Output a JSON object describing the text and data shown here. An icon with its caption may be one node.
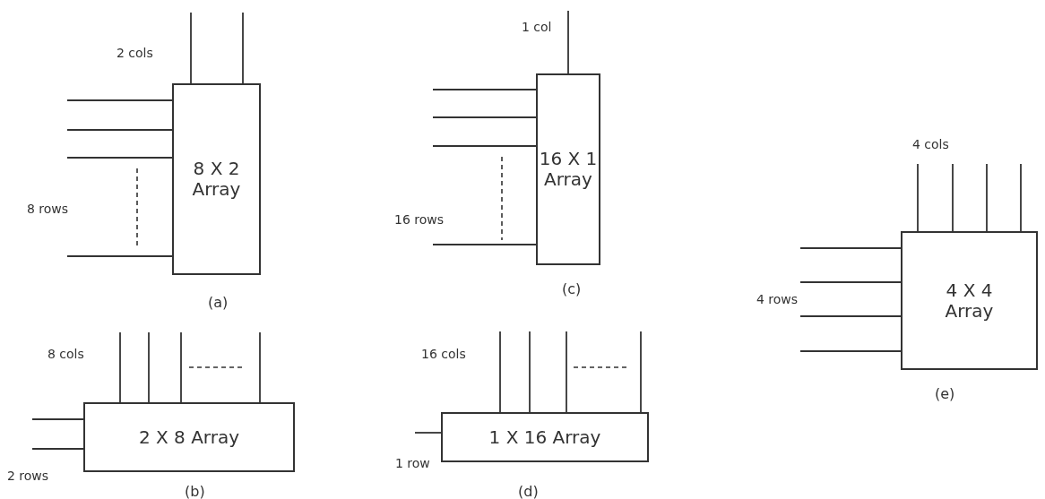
{
  "diagram": {
    "nodes": [
      {
        "text": [
          "8 X 2 Array"
        ]
      },
      {
        "text": [
          "16 X 1 Array"
        ]
      },
      {
        "text": [
          "4 X 4 Array"
        ]
      },
      {
        "text": [
          "2 X 8 Array"
        ]
      },
      {
        "text": [
          "1 X 16 Array"
        ]
      }
    ],
    "edges": [
      {
        "from": null,
        "to": 0,
        "arrow": "none"
      },
      {
        "from": null,
        "to": 0,
        "arrow": "none"
      },
      {
        "from": null,
        "to": 0,
        "arrow": "none"
      },
      {
        "from": null,
        "to": 0,
        "arrow": "none"
      },
      {
        "from": null,
        "to": 0,
        "arrow": "none"
      },
      {
        "from": null,
        "to": 0,
        "arrow": "none"
      },
      {
        "from": null,
        "to": 1,
        "arrow": "none"
      },
      {
        "from": null,
        "to": 1,
        "arrow": "none"
      },
      {
        "from": null,
        "to": 1,
        "arrow": "none"
      },
      {
        "from": null,
        "to": 1,
        "arrow": "none"
      },
      {
        "from": null,
        "to": 1,
        "arrow": "none"
      },
      {
        "from": null,
        "to": 2,
        "arrow": "none"
      },
      {
        "from": null,
        "to": 2,
        "arrow": "none"
      },
      {
        "from": null,
        "to": 2,
        "arrow": "none"
      },
      {
        "from": null,
        "to": 2,
        "arrow": "none"
      },
      {
        "from": null,
        "to": 2,
        "arrow": "none"
      },
      {
        "from": null,
        "to": 2,
        "arrow": "none"
      },
      {
        "from": null,
        "to": 2,
        "arrow": "none"
      },
      {
        "from": null,
        "to": 2,
        "arrow": "none"
      },
      {
        "from": null,
        "to": 3,
        "arrow": "none"
      },
      {
        "from": null,
        "to": 3,
        "arrow": "none"
      },
      {
        "from": null,
        "to": 3,
        "arrow": "none"
      },
      {
        "from": null,
        "to": 3,
        "arrow": "none"
      },
      {
        "from": null,
        "to": 3,
        "arrow": "none"
      },
      {
        "from": null,
        "to": 3,
        "arrow": "none"
      },
      {
        "from": null,
        "to": 4,
        "arrow": "none"
      },
      {
        "from": null,
        "to": 4,
        "arrow": "none"
      },
      {
        "from": null,
        "to": 4,
        "arrow": "none"
      },
      {
        "from": null,
        "to": 4,
        "arrow": "none"
      },
      {
        "from": null,
        "to": 4,
        "arrow": "none"
      }
    ],
    "labels": [
      "2 cols",
      "1 col",
      "4 cols",
      "8 rows",
      "16 rows",
      "4 rows",
      "(a)",
      "(c)",
      "(e)",
      "8 cols",
      "16 cols",
      "(b)",
      "(d)",
      "2 rows",
      "1 row"
    ]
  }
}
